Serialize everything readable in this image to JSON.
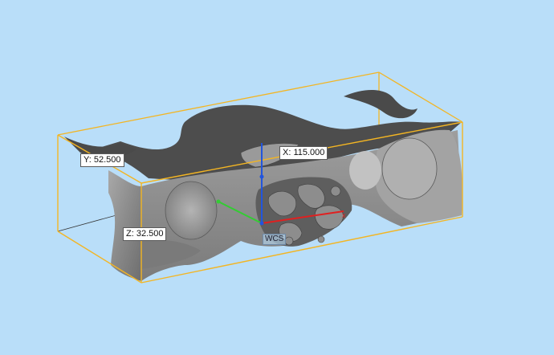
{
  "viewport": {
    "background_color": "#b9def9",
    "bounding_box_color": "#f3b523",
    "model_color": "#8e8e8e"
  },
  "dimensions": {
    "x_label": "X: 115.000",
    "y_label": "Y: 52.500",
    "z_label": "Z: 32.500"
  },
  "axes": {
    "x_axis_letter": "x",
    "x_color": "#e02020",
    "y_color": "#33cc33",
    "z_color": "#2255dd",
    "origin_label": "WCS"
  }
}
